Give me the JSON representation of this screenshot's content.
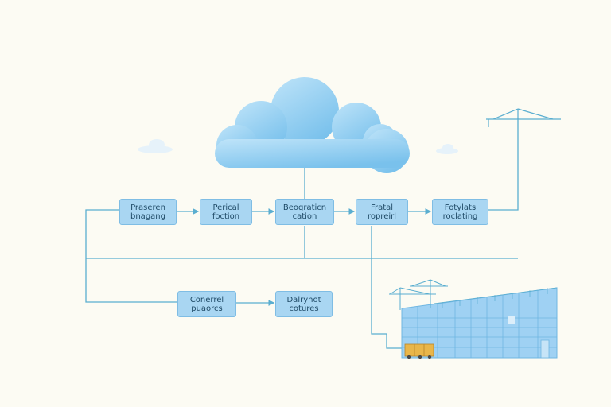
{
  "nodes": [
    {
      "id": "n1",
      "lines": [
        "Praseren",
        "bnagang"
      ]
    },
    {
      "id": "n2",
      "lines": [
        "Perical",
        "foction"
      ]
    },
    {
      "id": "n3",
      "lines": [
        "Beograticn",
        "cation"
      ]
    },
    {
      "id": "n4",
      "lines": [
        "Fratal",
        "ropreirl"
      ]
    },
    {
      "id": "n5",
      "lines": [
        "Fotylats",
        "roclating"
      ]
    },
    {
      "id": "n6",
      "lines": [
        "Conerrel",
        "puaorcs"
      ]
    },
    {
      "id": "n7",
      "lines": [
        "Dalrynot",
        "cotures"
      ]
    }
  ],
  "colors": {
    "background": "#fcfbf3",
    "node_fill": "#a9d6f2",
    "node_border": "#7fbde4",
    "connector": "#5aaed0",
    "cloud": "#8ccbee",
    "building": "#9fd1f3"
  },
  "icons": [
    "cloud-icon",
    "crane-icon",
    "building-icon",
    "truck-icon"
  ]
}
